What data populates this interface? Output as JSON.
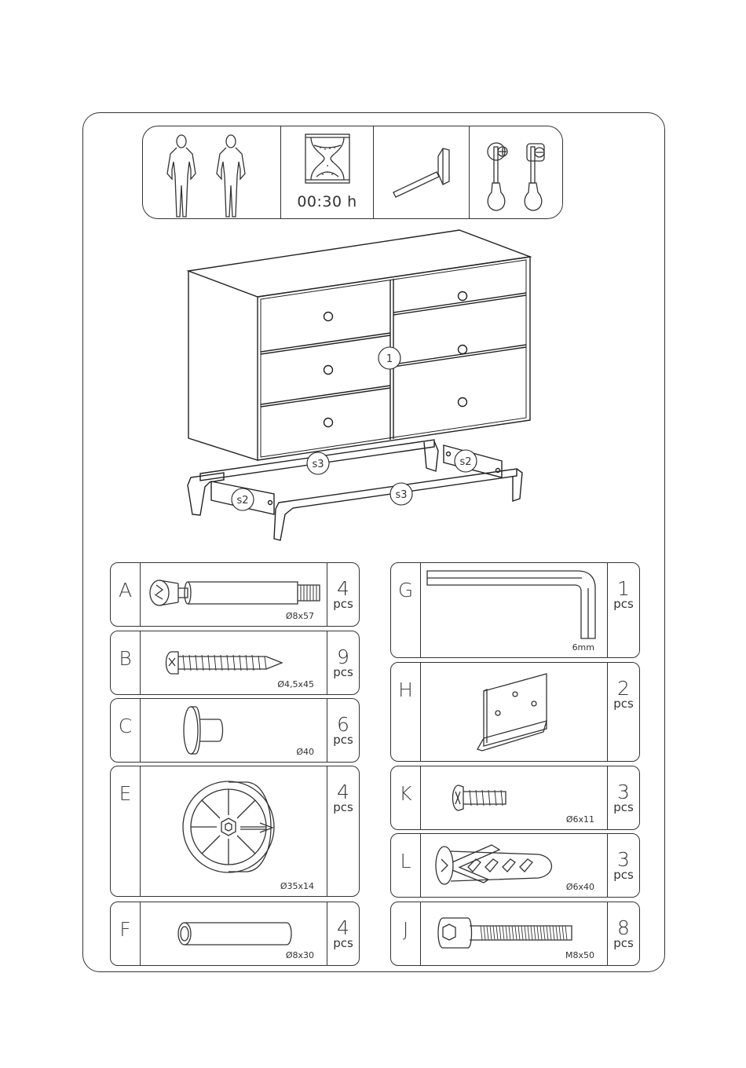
{
  "header": {
    "time": "00:30 h"
  },
  "cabinet_labels": {
    "main": "1",
    "rail_back": "s3",
    "rail_front": "s3",
    "side_left": "s2",
    "side_right": "s2"
  },
  "parts": [
    {
      "letter": "A",
      "dim": "Ø8x57",
      "qty": "4",
      "unit": "pcs"
    },
    {
      "letter": "B",
      "dim": "Ø4,5x45",
      "qty": "9",
      "unit": "pcs"
    },
    {
      "letter": "C",
      "dim": "Ø40",
      "qty": "6",
      "unit": "pcs"
    },
    {
      "letter": "E",
      "dim": "Ø35x14",
      "qty": "4",
      "unit": "pcs"
    },
    {
      "letter": "F",
      "dim": "Ø8x30",
      "qty": "4",
      "unit": "pcs"
    },
    {
      "letter": "G",
      "dim": "6mm",
      "qty": "1",
      "unit": "pcs"
    },
    {
      "letter": "H",
      "dim": "",
      "qty": "2",
      "unit": "pcs"
    },
    {
      "letter": "K",
      "dim": "Ø6x11",
      "qty": "3",
      "unit": "pcs"
    },
    {
      "letter": "L",
      "dim": "Ø6x40",
      "qty": "3",
      "unit": "pcs"
    },
    {
      "letter": "J",
      "dim": "M8x50",
      "qty": "8",
      "unit": "pcs"
    }
  ]
}
